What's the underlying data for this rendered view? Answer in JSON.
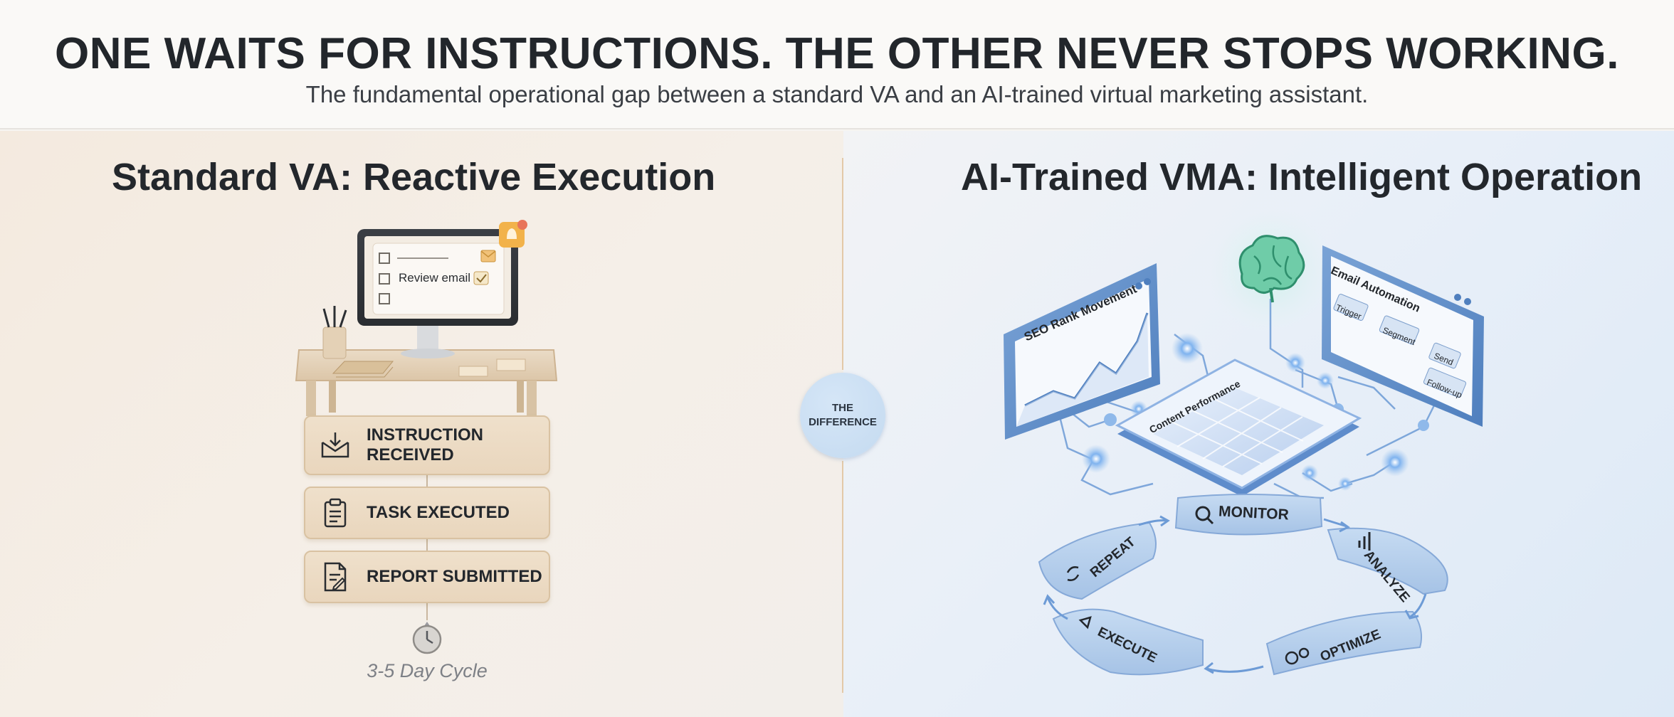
{
  "header": {
    "headline": "ONE WAITS FOR INSTRUCTIONS. THE OTHER NEVER STOPS WORKING.",
    "subheadline": "The fundamental operational gap between a standard VA and an AI-trained virtual marketing assistant."
  },
  "left": {
    "title": "Standard VA: Reactive Execution",
    "monitor_task": "Review email",
    "steps": [
      {
        "line1": "INSTRUCTION",
        "line2": "RECEIVED",
        "icon": "inbox-download-icon"
      },
      {
        "line1": "TASK EXECUTED",
        "icon": "clipboard-icon"
      },
      {
        "line1": "REPORT SUBMITTED",
        "icon": "document-edit-icon"
      }
    ],
    "cycle": "3-5 Day Cycle"
  },
  "divider": {
    "badge_line1": "THE",
    "badge_line2": "DIFFERENCE"
  },
  "right": {
    "title": "AI-Trained VMA: Intelligent Operation",
    "seo_panel": "SEO Rank Movement",
    "content_panel": "Content Performance",
    "email_panel": {
      "title": "Email Automation",
      "nodes": [
        "Trigger",
        "Segment",
        "Send",
        "Follow-up"
      ]
    },
    "loop": [
      "MONITOR",
      "ANALYZE",
      "OPTIMIZE",
      "EXECUTE",
      "REPEAT"
    ]
  },
  "colors": {
    "left_accent": "#e9d6bd",
    "right_accent": "#b9d2ee",
    "brain": "#5fbf9c",
    "notification": "#f2b24a"
  }
}
